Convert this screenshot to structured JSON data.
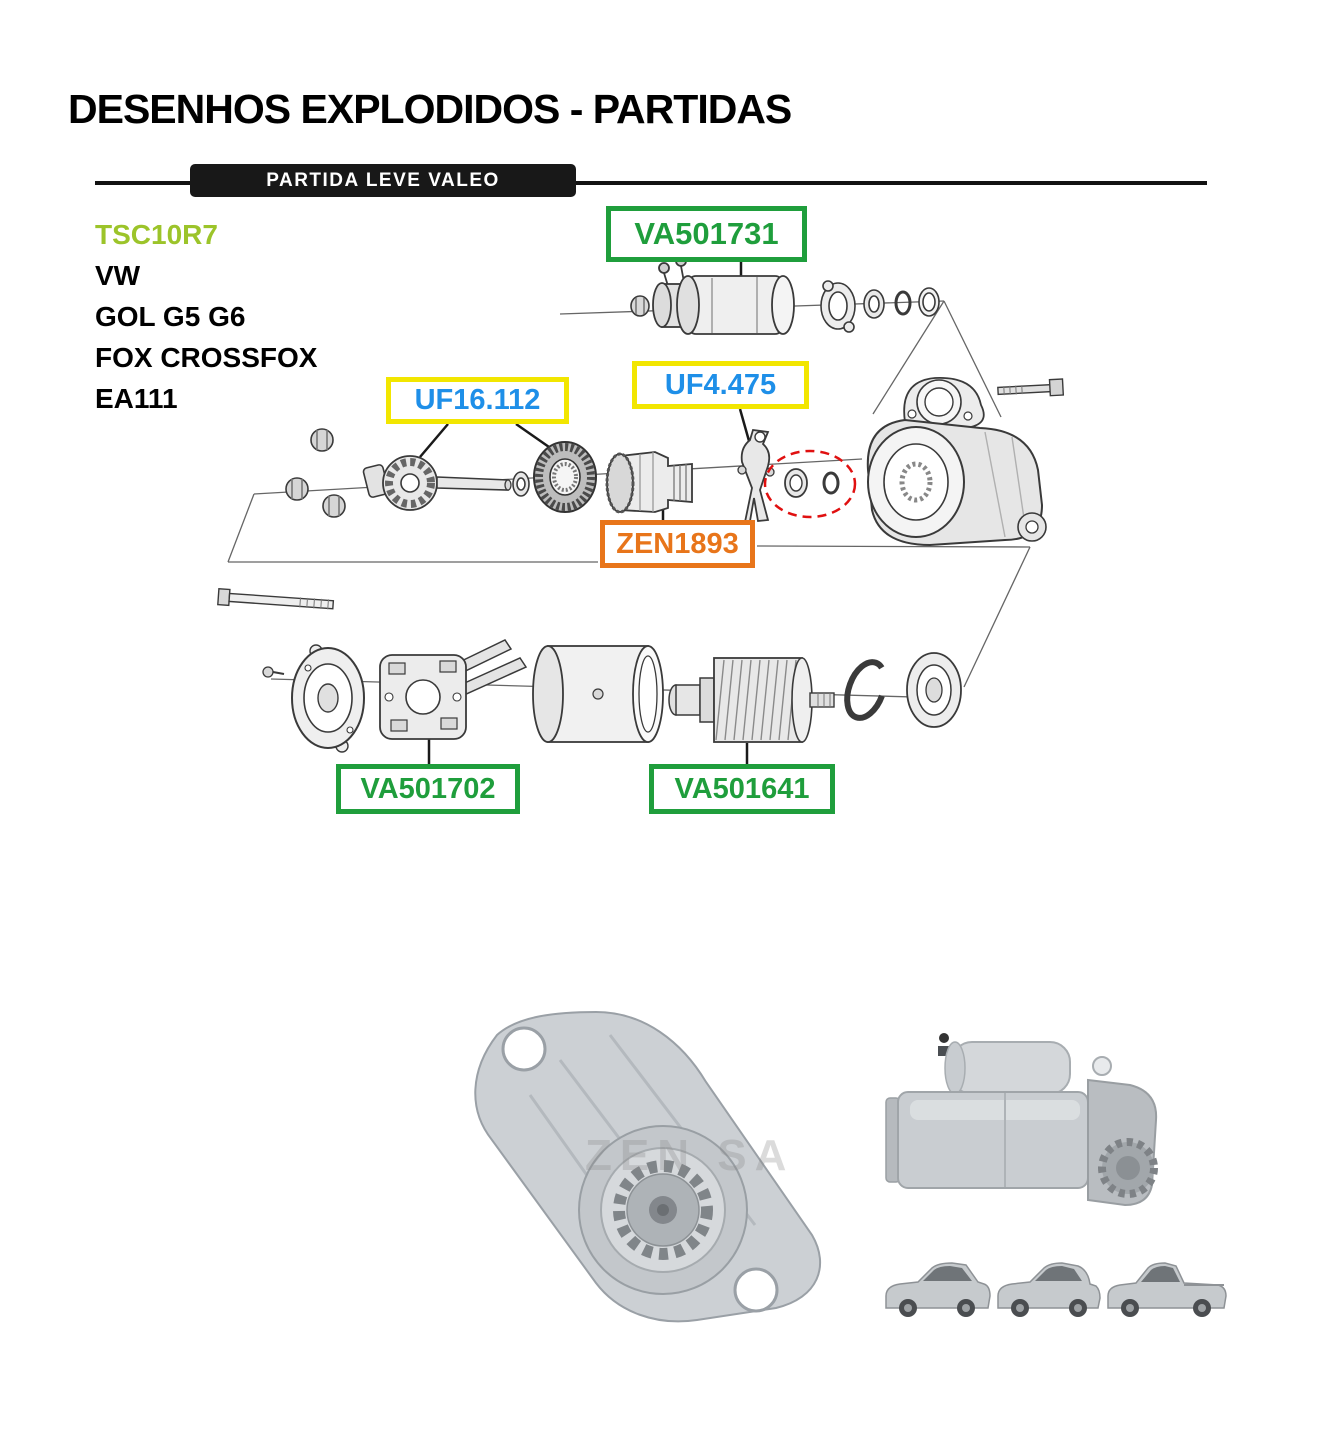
{
  "header": {
    "title": "DESENHOS EXPLODIDOS - PARTIDAS",
    "banner_label": "PARTIDA LEVE VALEO"
  },
  "spec": {
    "code": "TSC10R7",
    "lines": [
      "VW",
      "GOL G5 G6",
      "FOX CROSSFOX",
      "EA111"
    ]
  },
  "callouts": {
    "solenoid": "VA501731",
    "bushing_kit": "UF16.112",
    "engagement_lever": "UF4.475",
    "drive_bendix": "ZEN1893",
    "brush_holder": "VA501702",
    "armature": "VA501641"
  },
  "photos": {
    "watermark": "ZEN SA"
  },
  "colors": {
    "callout_green": "#1f9e3c",
    "callout_yellow": "#f2e600",
    "callout_blue": "#1e8fe8",
    "callout_orange": "#e8751a",
    "highlight_red": "#e01010",
    "code_green": "#9cc42a",
    "banner_black": "#181818"
  }
}
